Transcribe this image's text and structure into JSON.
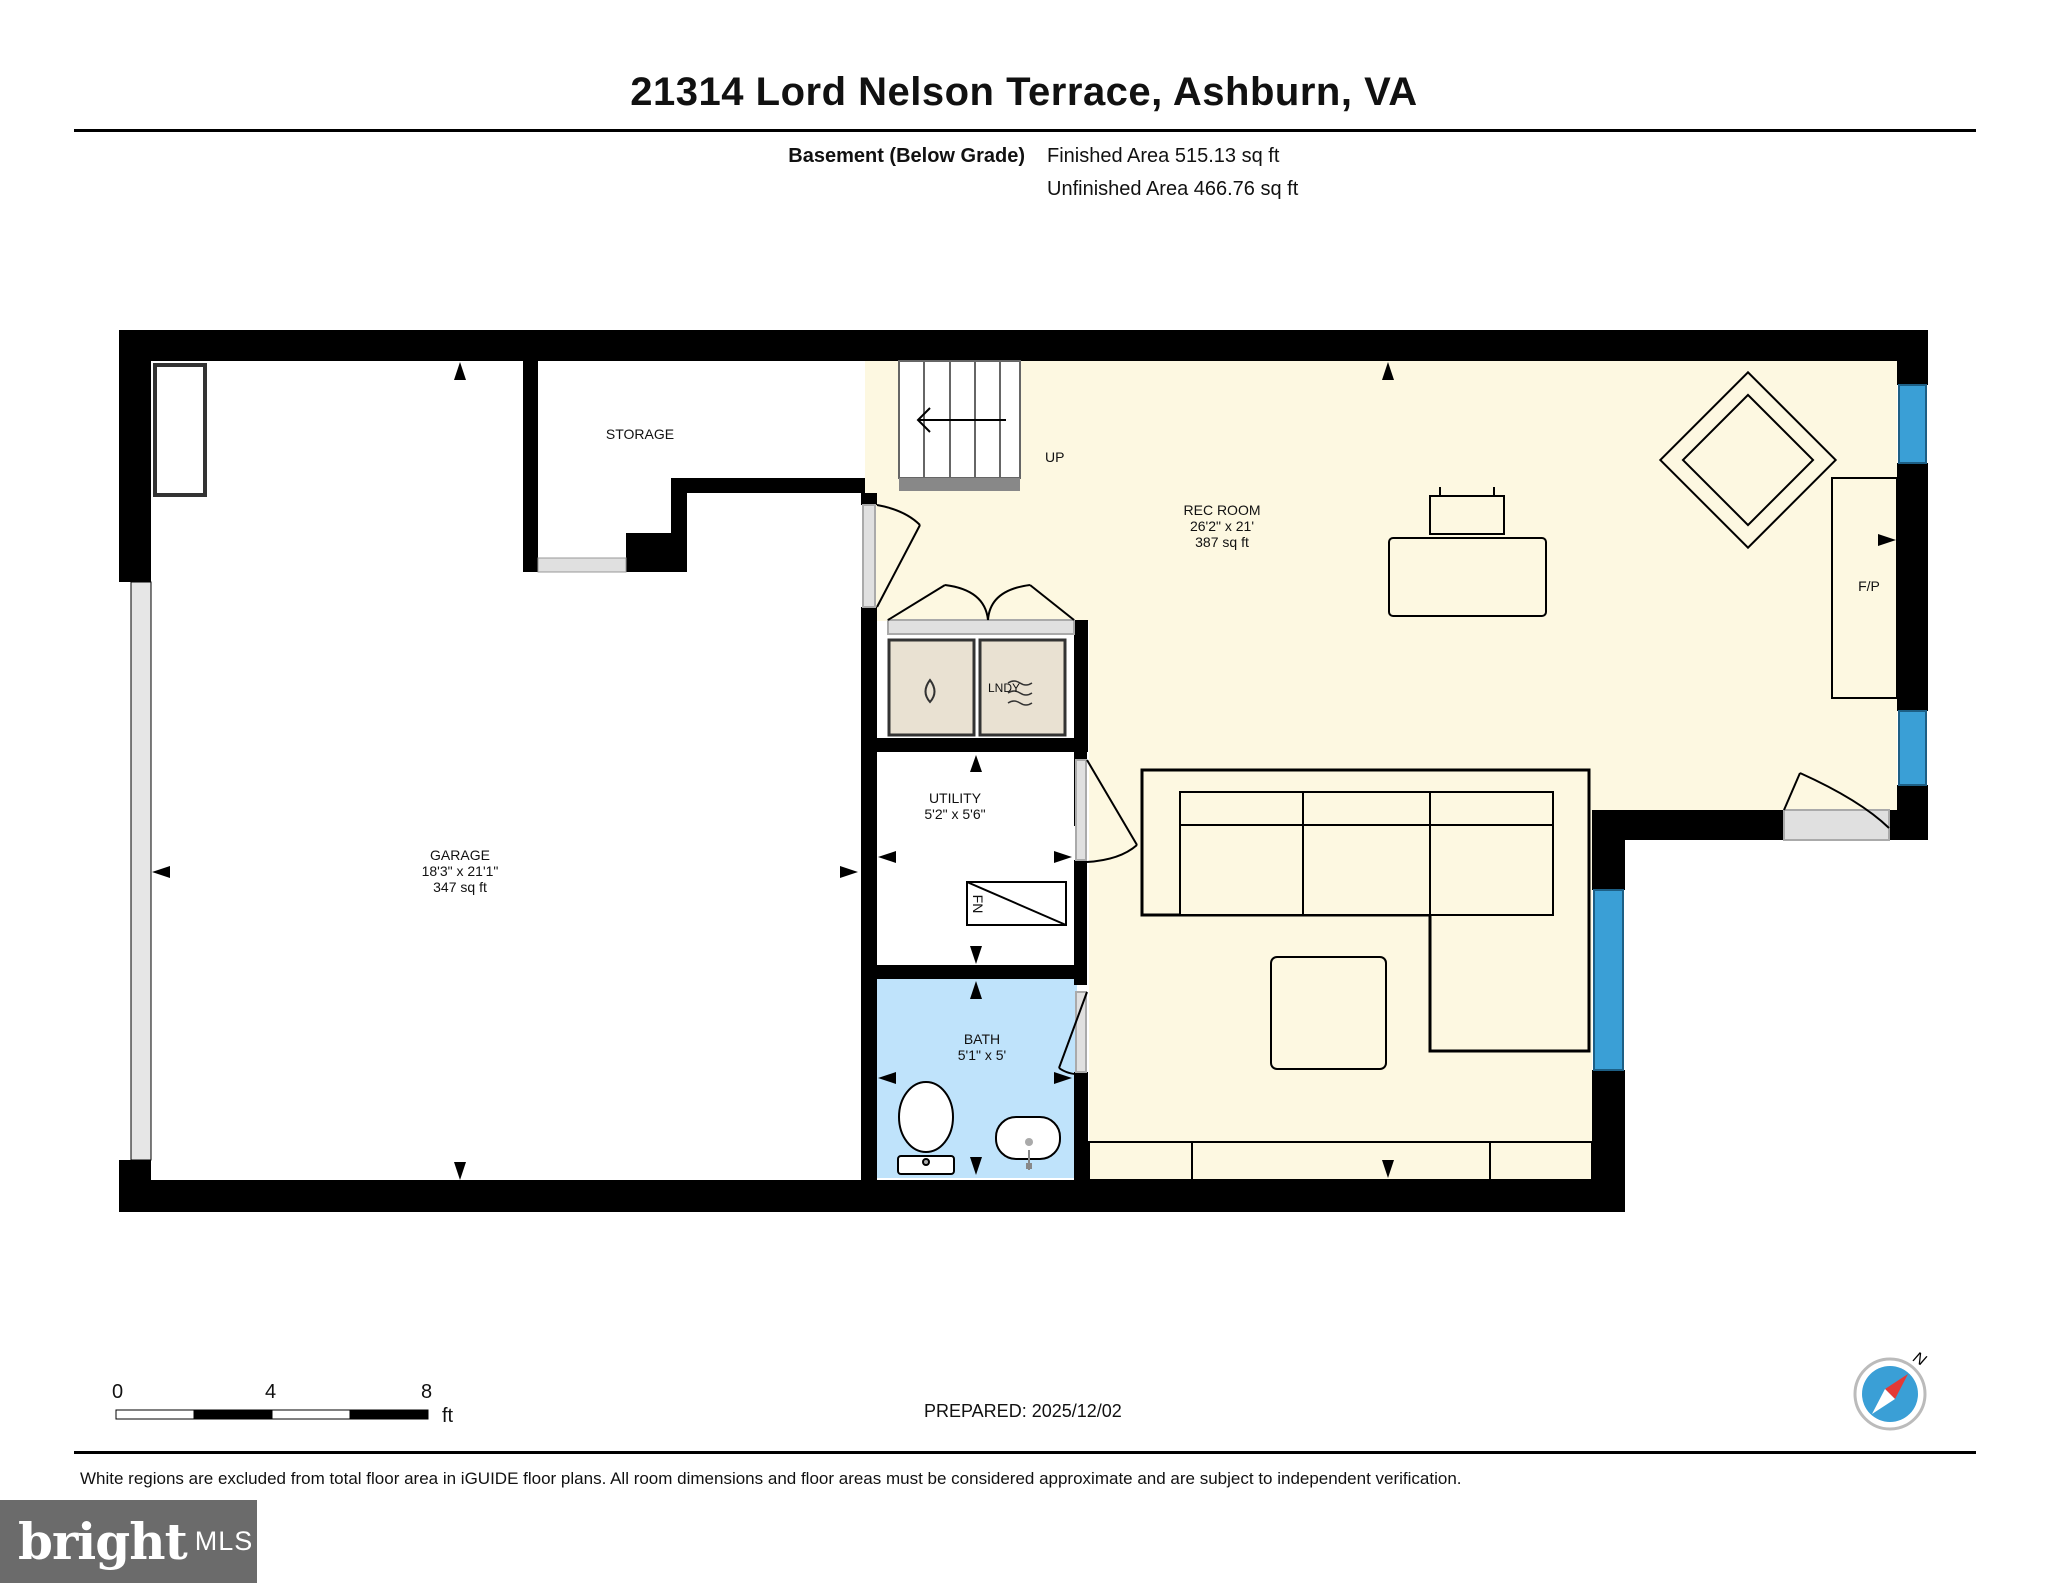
{
  "header": {
    "title": "21314 Lord Nelson Terrace, Ashburn, VA",
    "level_label": "Basement (Below Grade)",
    "finished_area": "Finished Area 515.13 sq ft",
    "unfinished_area": "Unfinished Area 466.76 sq ft"
  },
  "rooms": {
    "storage": {
      "name": "STORAGE"
    },
    "rec_room": {
      "name": "REC ROOM",
      "dims": "26'2\" x 21'",
      "area": "387 sq ft"
    },
    "garage": {
      "name": "GARAGE",
      "dims": "18'3\" x 21'1\"",
      "area": "347 sq ft"
    },
    "utility": {
      "name": "UTILITY",
      "dims": "5'2\" x 5'6\""
    },
    "bath": {
      "name": "BATH",
      "dims": "5'1\" x 5'"
    },
    "laundry": {
      "name": "LNDY"
    }
  },
  "labels": {
    "stairs_up": "UP",
    "fireplace": "F/P",
    "furnace": "FN",
    "compass_north": "N"
  },
  "scale": {
    "ticks": [
      "0",
      "4",
      "8"
    ],
    "unit": "ft"
  },
  "footer": {
    "prepared": "PREPARED: 2025/12/02",
    "disclaimer": "White regions are excluded from total floor area in iGUIDE floor plans. All room dimensions and floor areas must be considered approximate and are subject to independent verification.",
    "logo_brand": "bright",
    "logo_mls": "MLS"
  },
  "colors": {
    "wall": "#000000",
    "rec_room_fill": "#fdf8e1",
    "bath_fill": "#bfe3fb",
    "window": "#3a9fd6",
    "appliance": "#e9e1d2",
    "stair": "#888888",
    "door_frame": "#d9d9d9",
    "compass_red": "#e53935",
    "compass_blue": "#3a9fd6"
  }
}
